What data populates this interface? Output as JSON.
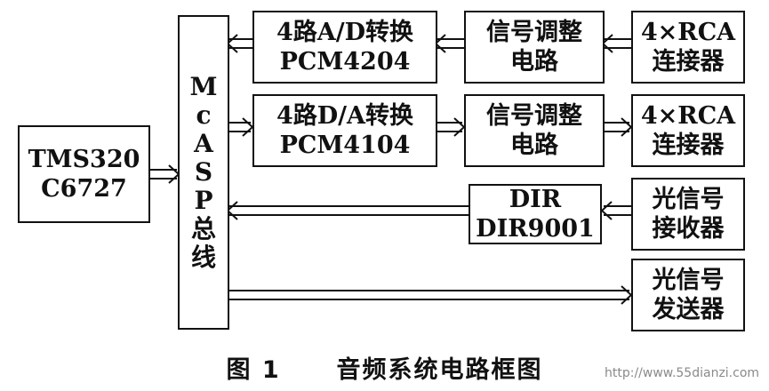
{
  "blocks": {
    "dsp": [
      "TMS320",
      "C6727"
    ],
    "bus": [
      "M",
      "c",
      "A",
      "S",
      "P",
      "总",
      "线"
    ],
    "adc": [
      "4路A/D转换",
      "PCM4204"
    ],
    "adc_cond": [
      "信号调整",
      "电路"
    ],
    "rca_in": [
      "4×RCA",
      "连接器"
    ],
    "dac": [
      "4路D/A转换",
      "PCM4104"
    ],
    "dac_cond": [
      "信号调整",
      "电路"
    ],
    "rca_out": [
      "4×RCA",
      "连接器"
    ],
    "dir": [
      "DIR",
      "DIR9001"
    ],
    "opt_rx": [
      "光信号",
      "接收器"
    ],
    "opt_tx": [
      "光信号",
      "发送器"
    ]
  },
  "caption": {
    "figure": "图 1",
    "title": "音频系统电路框图"
  },
  "watermark": "http://www.55dianzi.com"
}
